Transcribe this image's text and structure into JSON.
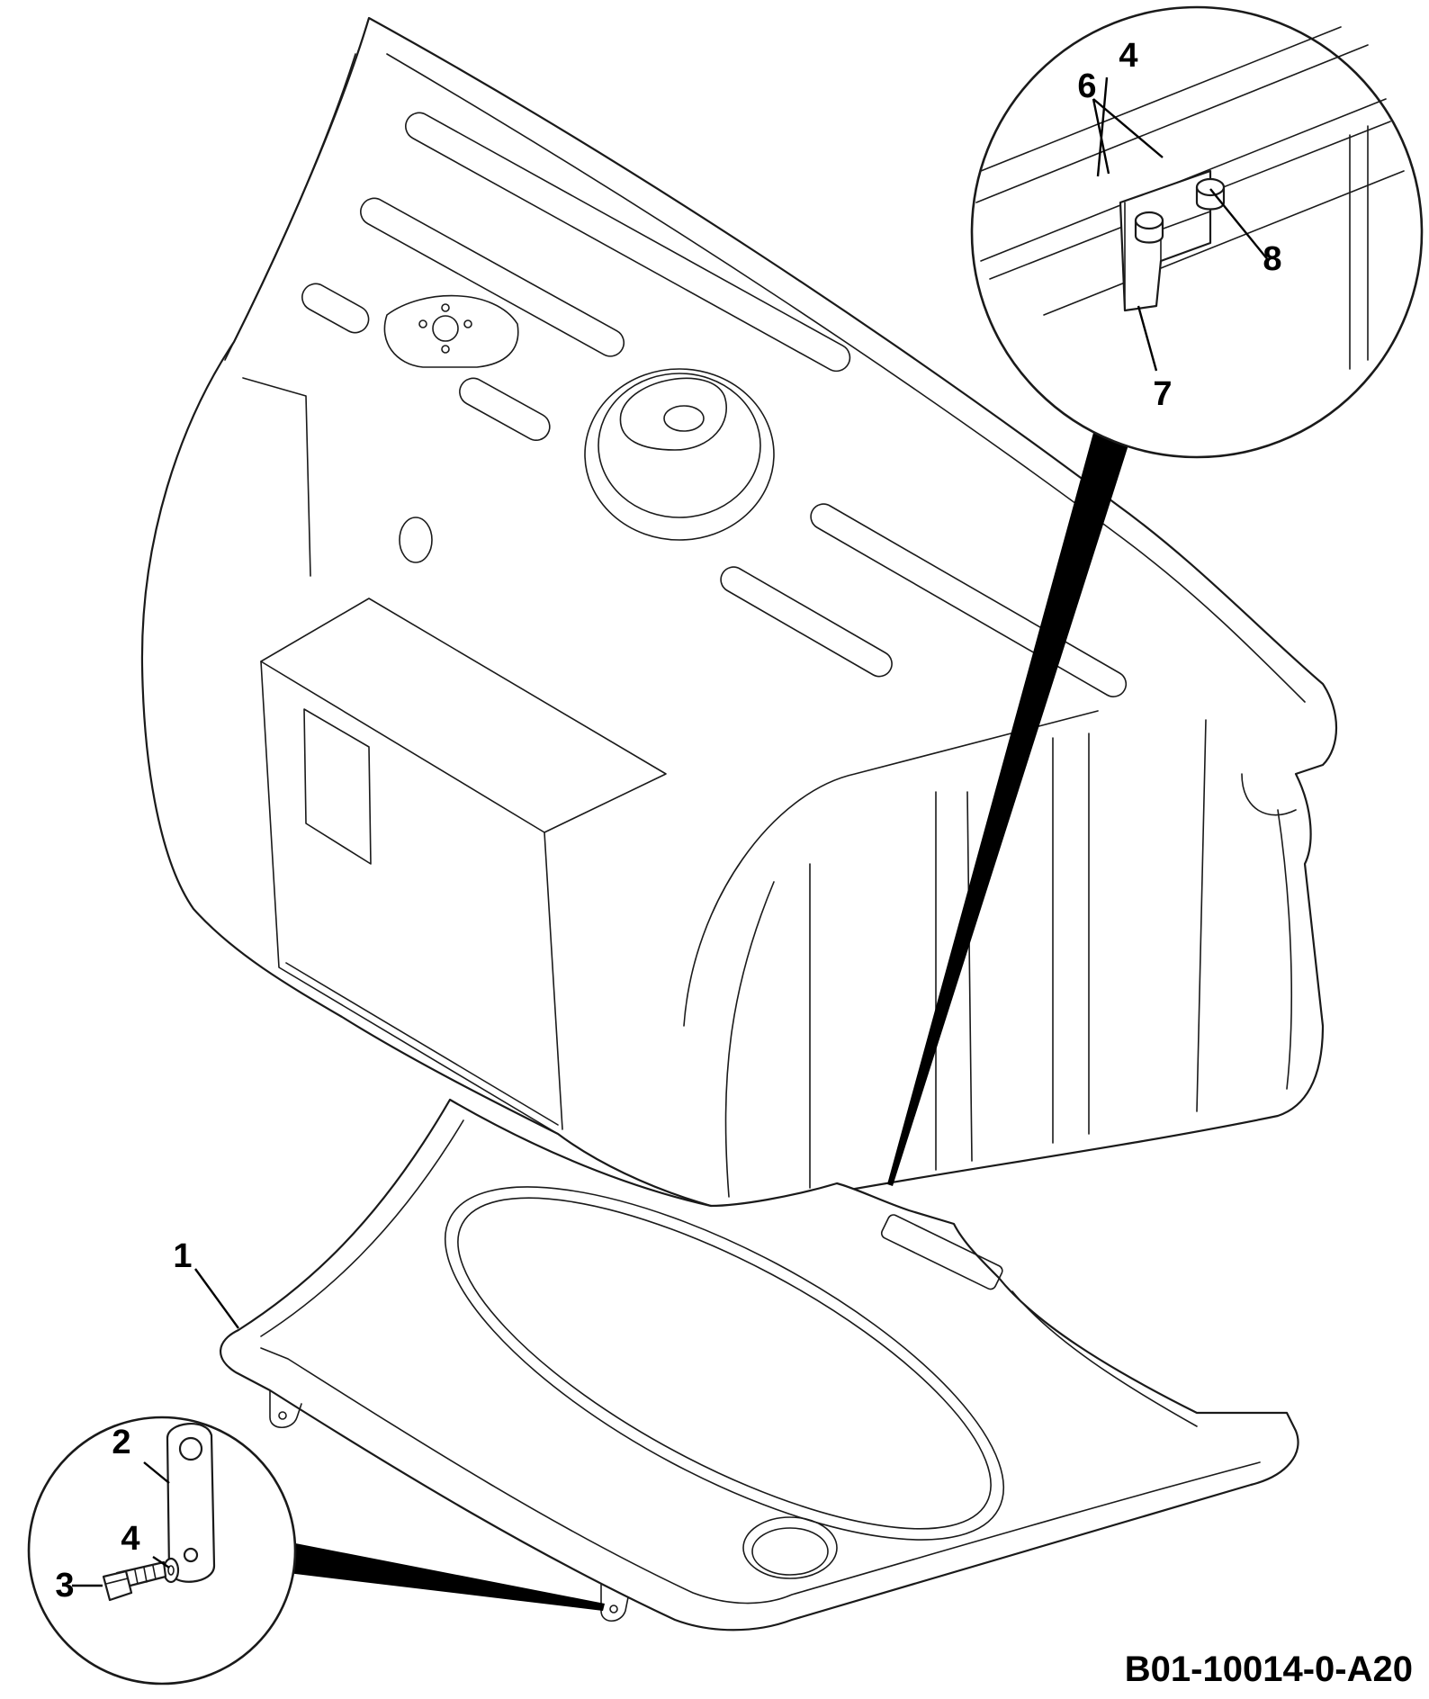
{
  "drawing_id": "B01-10014-0-A20",
  "callouts": {
    "c1": "1",
    "c2": "2",
    "c3": "3",
    "c4_lower": "4",
    "c4_upper": "4",
    "c6": "6",
    "c7": "7",
    "c8": "8"
  },
  "colors": {
    "line": "#1a1a1a",
    "background": "#ffffff"
  }
}
